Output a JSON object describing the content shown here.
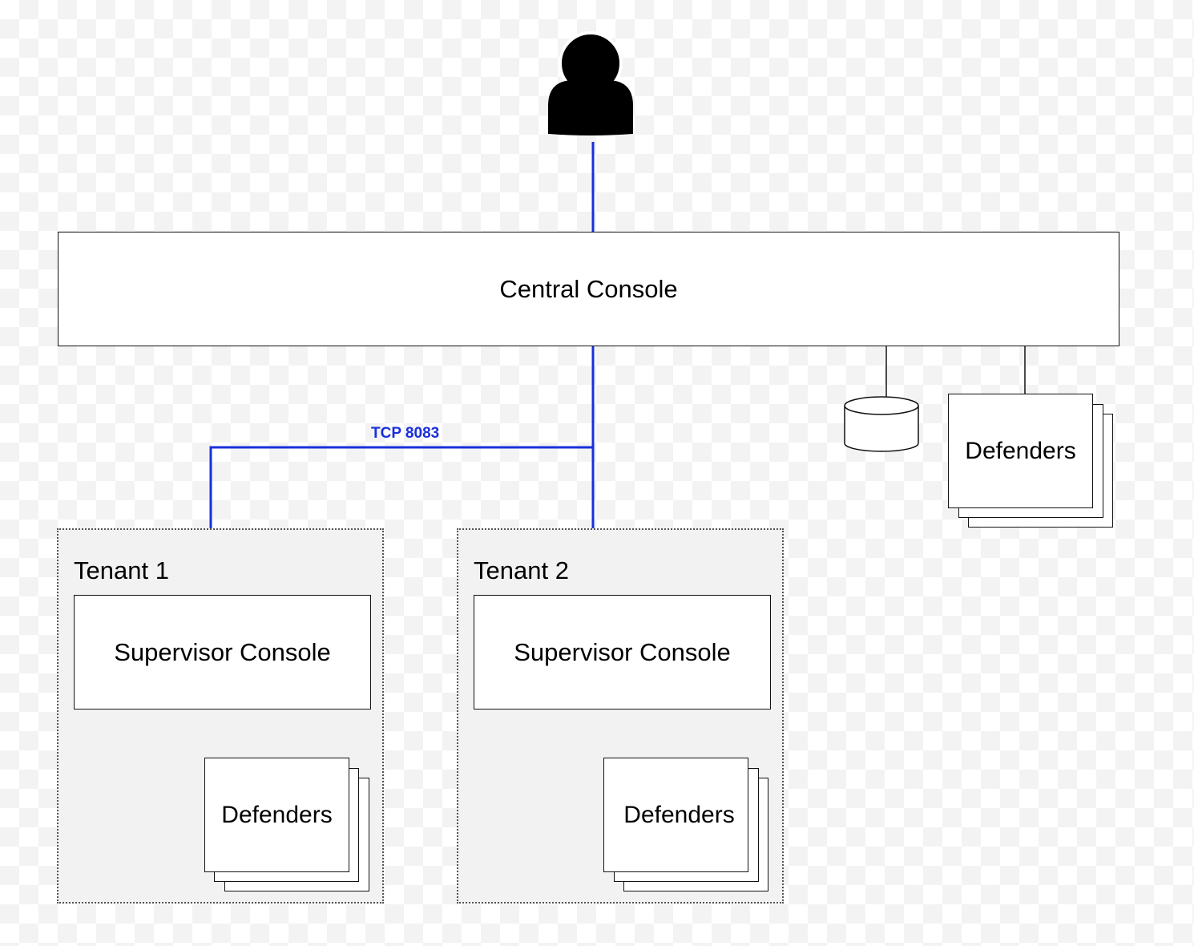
{
  "central": {
    "label": "Central Console"
  },
  "connection": {
    "label": "TCP 8083",
    "color": "#1a2fdc"
  },
  "central_defenders": {
    "label": "Defenders"
  },
  "tenants": [
    {
      "label": "Tenant 1",
      "console": "Supervisor Console",
      "defenders": "Defenders"
    },
    {
      "label": "Tenant 2",
      "console": "Supervisor Console",
      "defenders": "Defenders"
    }
  ],
  "icons": {
    "user": "user-icon",
    "database": "database-icon"
  }
}
